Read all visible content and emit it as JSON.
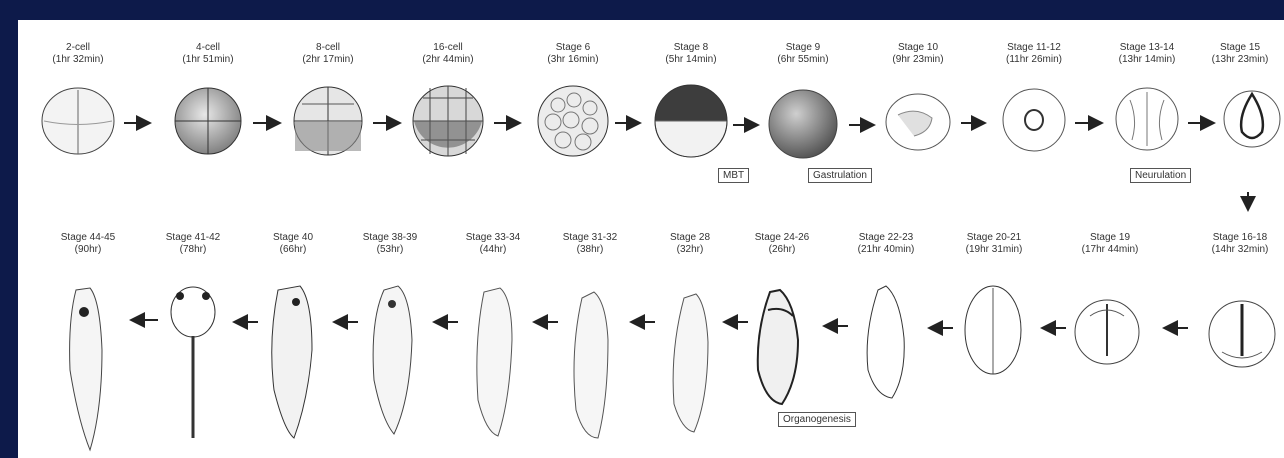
{
  "row1": [
    {
      "stage": "2-cell",
      "time": "(1hr 32min)"
    },
    {
      "stage": "4-cell",
      "time": "(1hr 51min)"
    },
    {
      "stage": "8-cell",
      "time": "(2hr 17min)"
    },
    {
      "stage": "16-cell",
      "time": "(2hr 44min)"
    },
    {
      "stage": "Stage 6",
      "time": "(3hr 16min)"
    },
    {
      "stage": "Stage 8",
      "time": "(5hr 14min)"
    },
    {
      "stage": "Stage 9",
      "time": "(6hr 55min)"
    },
    {
      "stage": "Stage 10",
      "time": "(9hr 23min)"
    },
    {
      "stage": "Stage 11-12",
      "time": "(11hr 26min)"
    },
    {
      "stage": "Stage 13-14",
      "time": "(13hr 14min)"
    },
    {
      "stage": "Stage 15",
      "time": "(13hr 23min)"
    }
  ],
  "row2": [
    {
      "stage": "Stage 44-45",
      "time": "(90hr)"
    },
    {
      "stage": "Stage 41-42",
      "time": "(78hr)"
    },
    {
      "stage": "Stage 40",
      "time": "(66hr)"
    },
    {
      "stage": "Stage 38-39",
      "time": "(53hr)"
    },
    {
      "stage": "Stage 33-34",
      "time": "(44hr)"
    },
    {
      "stage": "Stage 31-32",
      "time": "(38hr)"
    },
    {
      "stage": "Stage 28",
      "time": "(32hr)"
    },
    {
      "stage": "Stage 24-26",
      "time": "(26hr)"
    },
    {
      "stage": "Stage 22-23",
      "time": "(21hr 40min)"
    },
    {
      "stage": "Stage 20-21",
      "time": "(19hr 31min)"
    },
    {
      "stage": "Stage 19",
      "time": "(17hr 44min)"
    },
    {
      "stage": "Stage 16-18",
      "time": "(14hr 32min)"
    }
  ],
  "phases": {
    "mbt": "MBT",
    "gastrulation": "Gastrulation",
    "neurulation": "Neurulation",
    "organogenesis": "Organogenesis"
  },
  "colors": {
    "background": "#0d1a4a",
    "panel": "#ffffff",
    "ink": "#333333"
  }
}
